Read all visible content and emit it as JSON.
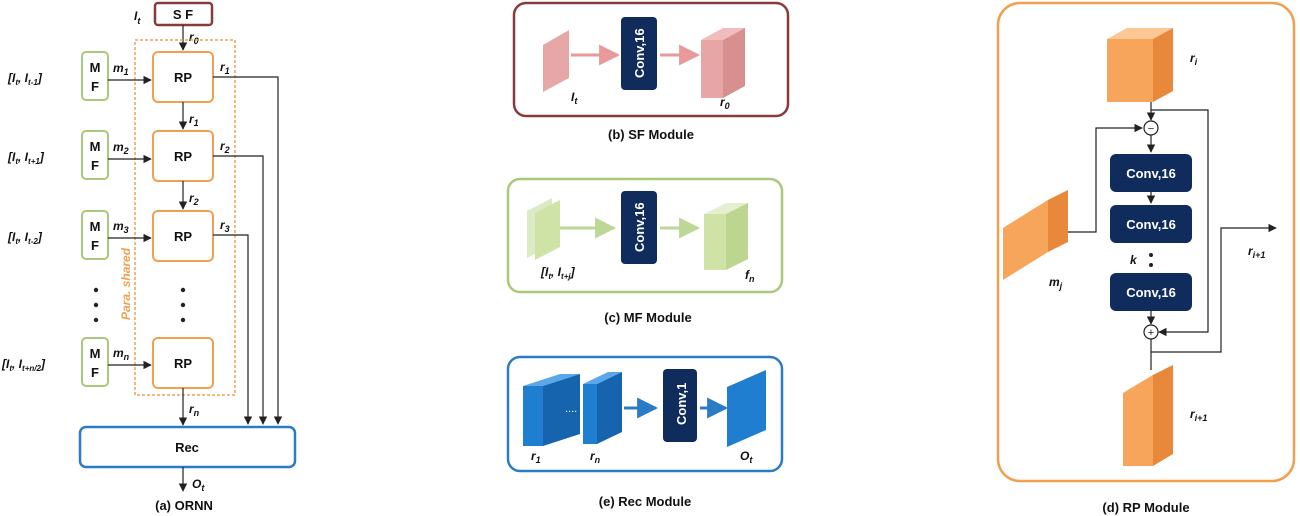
{
  "colors": {
    "orange": "#f0a050",
    "orange_fill": "#f7a55a",
    "green": "#a9c97a",
    "green_fill": "#cfe3a6",
    "red": "#8b3a3a",
    "pink": "#e8a0a0",
    "blue": "#2a7cc7",
    "blue_fill": "#1f7ed0",
    "navy": "#0f2c5c"
  },
  "panel_a": {
    "caption": "(a) ORNN",
    "sf_label": "S F",
    "input_it": "I",
    "input_it_sub": "t",
    "r0": "r",
    "r0_sub": "0",
    "rp": "RP",
    "mf_top": "M",
    "mf_bottom": "F",
    "rec": "Rec",
    "para_shared": "Para. shared",
    "output": "O",
    "output_sub": "t",
    "rows": [
      {
        "input": "[I",
        "input_mid": "t",
        "input_tail": ", I",
        "input_sub": "t-1",
        "input_end": "]",
        "m": "m",
        "m_sub": "1",
        "r": "r",
        "r_sub": "1",
        "rdown": "r",
        "rdown_sub": "1"
      },
      {
        "input": "[I",
        "input_mid": "t",
        "input_tail": ", I",
        "input_sub": "t+1",
        "input_end": "]",
        "m": "m",
        "m_sub": "2",
        "r": "r",
        "r_sub": "2",
        "rdown": "r",
        "rdown_sub": "2"
      },
      {
        "input": "[I",
        "input_mid": "t",
        "input_tail": ", I",
        "input_sub": "t-2",
        "input_end": "]",
        "m": "m",
        "m_sub": "3",
        "r": "r",
        "r_sub": "3",
        "rdown": "",
        "rdown_sub": ""
      },
      {
        "input": "[I",
        "input_mid": "t",
        "input_tail": ", I",
        "input_sub": "t+n/2",
        "input_end": "]",
        "m": "m",
        "m_sub": "n",
        "r": "",
        "r_sub": "",
        "rdown": "r",
        "rdown_sub": "n"
      }
    ]
  },
  "panel_b": {
    "caption": "(b) SF Module",
    "conv": "Conv,16",
    "input": "I",
    "input_sub": "t",
    "output": "r",
    "output_sub": "0"
  },
  "panel_c": {
    "caption": "(c) MF Module",
    "conv": "Conv,16",
    "input": "[I",
    "input_mid": "t",
    "input_tail": ", I",
    "input_sub": "t+j",
    "input_end": "]",
    "output": "f",
    "output_sub": "n"
  },
  "panel_e": {
    "caption": "(e) Rec Module",
    "conv": "Conv,1",
    "input1": "r",
    "input1_sub": "1",
    "input2": "r",
    "input2_sub": "n",
    "output": "O",
    "output_sub": "t",
    "dots": "...."
  },
  "panel_d": {
    "caption": "(d) RP Module",
    "conv": "Conv,16",
    "k": "k",
    "ri": "r",
    "ri_sub": "i",
    "mj": "m",
    "mj_sub": "j",
    "ri1_out": "r",
    "ri1_out_sub": "i+1",
    "ri1_bottom": "r",
    "ri1_bottom_sub": "i+1",
    "minus": "−",
    "plus": "+"
  }
}
